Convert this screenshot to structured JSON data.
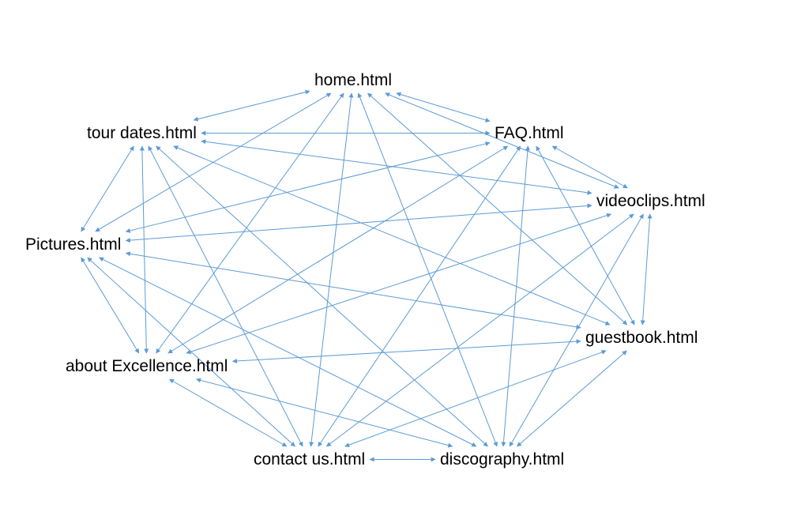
{
  "colors": {
    "edge": "#5B9BD5",
    "text": "#000000",
    "background": "#ffffff"
  },
  "nodes": {
    "home": "home.html",
    "tour": "tour dates.html",
    "faq": "FAQ.html",
    "video": "videoclips.html",
    "pics": "Pictures.html",
    "guest": "guestbook.html",
    "about": "about Excellence.html",
    "contact": "contact us.html",
    "disco": "discography.html"
  },
  "links": [
    [
      "home",
      "tour"
    ],
    [
      "home",
      "faq"
    ],
    [
      "home",
      "pics"
    ],
    [
      "home",
      "about"
    ],
    [
      "home",
      "contact"
    ],
    [
      "home",
      "disco"
    ],
    [
      "home",
      "guest"
    ],
    [
      "home",
      "video"
    ],
    [
      "tour",
      "faq"
    ],
    [
      "tour",
      "video"
    ],
    [
      "tour",
      "pics"
    ],
    [
      "tour",
      "about"
    ],
    [
      "tour",
      "contact"
    ],
    [
      "tour",
      "disco"
    ],
    [
      "tour",
      "guest"
    ],
    [
      "faq",
      "pics"
    ],
    [
      "faq",
      "about"
    ],
    [
      "faq",
      "contact"
    ],
    [
      "faq",
      "disco"
    ],
    [
      "faq",
      "guest"
    ],
    [
      "faq",
      "video"
    ],
    [
      "video",
      "pics"
    ],
    [
      "video",
      "about"
    ],
    [
      "video",
      "contact"
    ],
    [
      "video",
      "disco"
    ],
    [
      "video",
      "guest"
    ],
    [
      "pics",
      "guest"
    ],
    [
      "pics",
      "about"
    ],
    [
      "pics",
      "contact"
    ],
    [
      "pics",
      "disco"
    ],
    [
      "about",
      "guest"
    ],
    [
      "about",
      "contact"
    ],
    [
      "about",
      "disco"
    ],
    [
      "guest",
      "contact"
    ],
    [
      "guest",
      "disco"
    ],
    [
      "contact",
      "disco"
    ]
  ]
}
